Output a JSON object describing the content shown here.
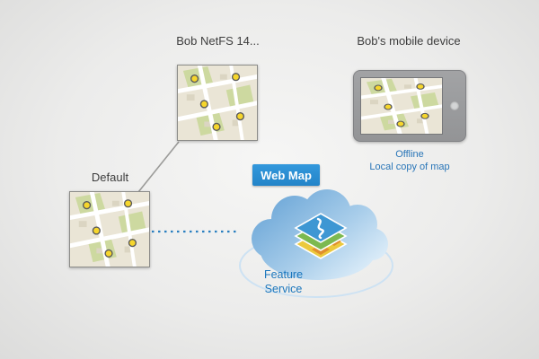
{
  "diagram": {
    "netfs": {
      "label": "Bob NetFS 14..."
    },
    "device": {
      "label": "Bob's mobile device",
      "status_line1": "Offline",
      "status_line2": "Local copy of map"
    },
    "default_map": {
      "label": "Default"
    },
    "cloud": {
      "web_map_label": "Web Map",
      "service_line1": "Feature",
      "service_line2": "Service"
    }
  },
  "colors": {
    "accent_blue": "#2a76b8",
    "web_map_bg": "#2b8ed4",
    "label_text": "#3d3d3d",
    "cloud_blue_dark": "#6ea8d8",
    "cloud_blue_light": "#e2f0fa",
    "poi_yellow": "#f6d62c",
    "map_green": "#cdd9a0"
  }
}
